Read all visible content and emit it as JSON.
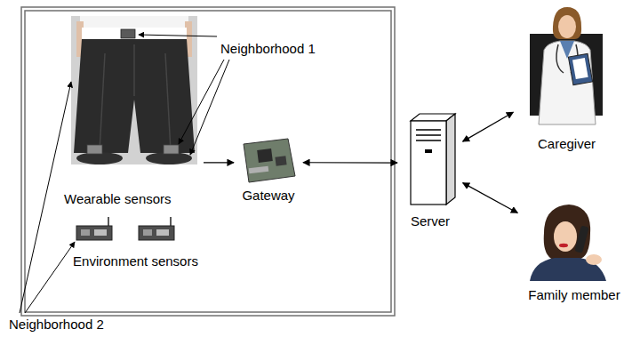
{
  "diagram": {
    "nodes": [
      {
        "text": [
          "Wearable sensors"
        ]
      },
      {
        "text": [
          "Gateway"
        ]
      },
      {
        "text": [
          "Environment sensors"
        ]
      },
      {
        "text": [
          "Server"
        ]
      },
      {
        "text": [
          "Caregiver"
        ]
      },
      {
        "text": [
          "Family member"
        ]
      }
    ],
    "edges": [
      {
        "from": 0,
        "to": 1,
        "arrow": "to"
      },
      {
        "from": 1,
        "to": 3,
        "arrow": "both"
      },
      {
        "from": 3,
        "to": 4,
        "arrow": "both"
      },
      {
        "from": 3,
        "to": 5,
        "arrow": "both"
      }
    ],
    "labels": [
      "Neighborhood 1",
      "Neighborhood 2"
    ]
  }
}
